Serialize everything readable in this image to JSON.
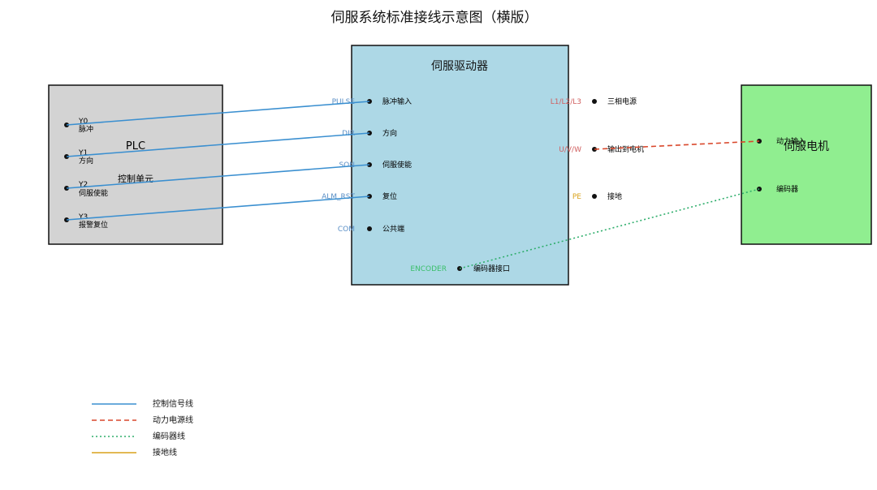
{
  "title": "伺服系统标准接线示意图（横版）",
  "colors": {
    "plc_fill": "#d3d3d3",
    "driver_fill": "#add8e6",
    "motor_fill": "#90ee90",
    "control_line": "#3a8fd0",
    "power_line": "#d9472b",
    "encoder_line": "#2fae6c",
    "ground_line": "#d9a21b",
    "pin_label_blue": "#5a8fc6",
    "pin_label_red": "#d06060",
    "pin_label_green": "#3bbf6b",
    "pin_label_orange": "#d9a21b"
  },
  "plc": {
    "title": "PLC",
    "subtitle": "控制单元",
    "ports": [
      {
        "code": "Y0",
        "label": "脉冲"
      },
      {
        "code": "Y1",
        "label": "方向"
      },
      {
        "code": "Y2",
        "label": "伺服使能"
      },
      {
        "code": "Y3",
        "label": "报警复位"
      }
    ]
  },
  "driver": {
    "title": "伺服驱动器",
    "left_pins": [
      {
        "code": "PULSE",
        "label": "脉冲输入"
      },
      {
        "code": "DIR",
        "label": "方向"
      },
      {
        "code": "SON",
        "label": "伺服使能"
      },
      {
        "code": "ALM_RST",
        "label": "复位"
      },
      {
        "code": "COM",
        "label": "公共端"
      }
    ],
    "right_pins": [
      {
        "code": "L1/L2/L3",
        "label": "三相电源"
      },
      {
        "code": "U/V/W",
        "label": "输出到电机"
      },
      {
        "code": "PE",
        "label": "接地"
      }
    ],
    "bottom_pin": {
      "code": "ENCODER",
      "label": "编码器接口"
    }
  },
  "motor": {
    "title": "伺服电机",
    "pins": [
      {
        "label": "动力输入"
      },
      {
        "label": "编码器"
      }
    ]
  },
  "legend": [
    {
      "style": "solid",
      "color_key": "control_line",
      "label": "控制信号线"
    },
    {
      "style": "dashed",
      "color_key": "power_line",
      "label": "动力电源线"
    },
    {
      "style": "dotted",
      "color_key": "encoder_line",
      "label": "编码器线"
    },
    {
      "style": "solid",
      "color_key": "ground_line",
      "label": "接地线"
    }
  ]
}
